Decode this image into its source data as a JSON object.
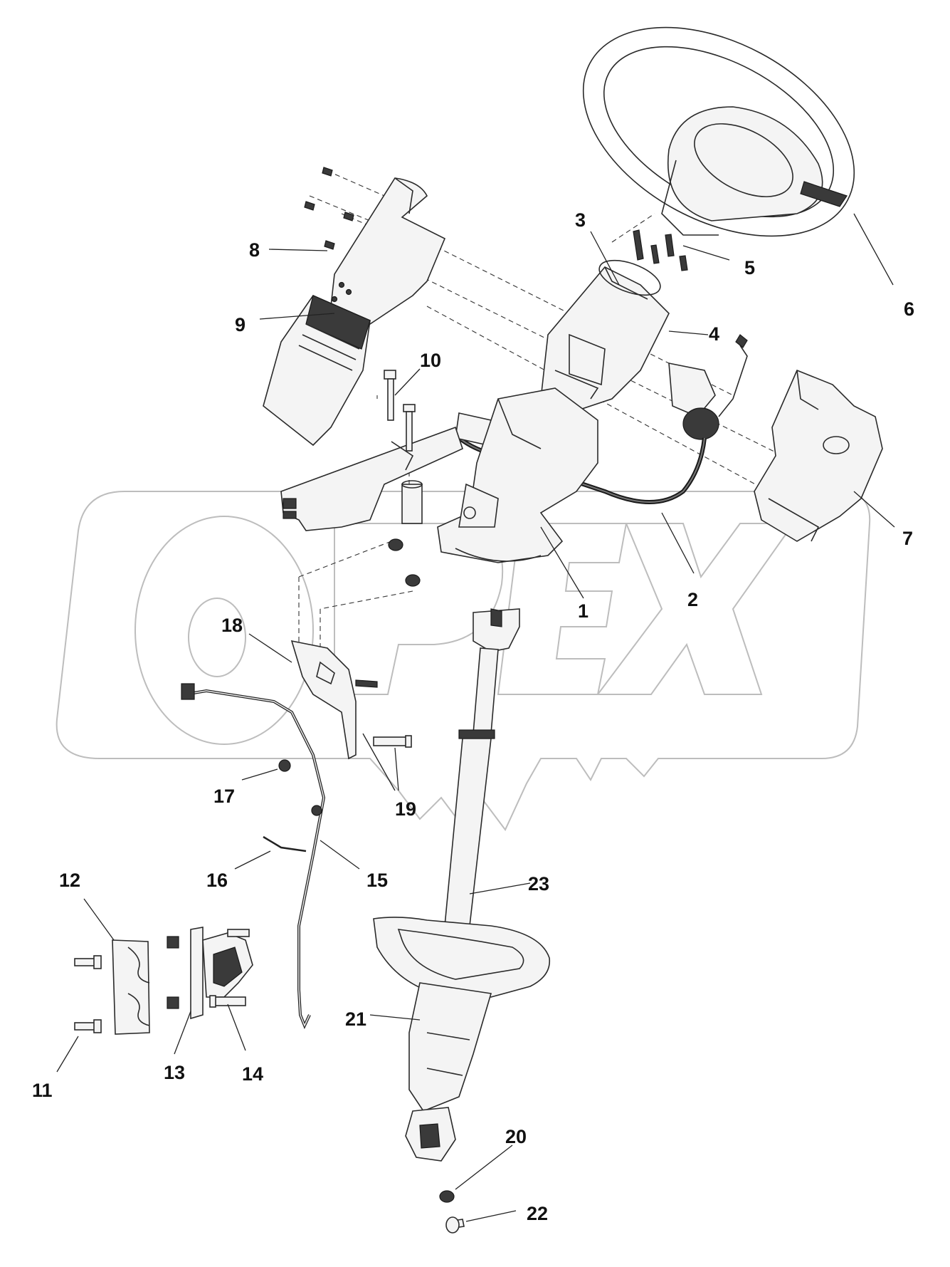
{
  "diagram": {
    "watermark_text": "OPEX",
    "callouts": [
      {
        "id": "1",
        "label": "1"
      },
      {
        "id": "2",
        "label": "2"
      },
      {
        "id": "3",
        "label": "3"
      },
      {
        "id": "4",
        "label": "4"
      },
      {
        "id": "5",
        "label": "5"
      },
      {
        "id": "6",
        "label": "6"
      },
      {
        "id": "7",
        "label": "7"
      },
      {
        "id": "8",
        "label": "8"
      },
      {
        "id": "9",
        "label": "9"
      },
      {
        "id": "10",
        "label": "10"
      },
      {
        "id": "11",
        "label": "11"
      },
      {
        "id": "12",
        "label": "12"
      },
      {
        "id": "13",
        "label": "13"
      },
      {
        "id": "14",
        "label": "14"
      },
      {
        "id": "15",
        "label": "15"
      },
      {
        "id": "16",
        "label": "16"
      },
      {
        "id": "17",
        "label": "17"
      },
      {
        "id": "18",
        "label": "18"
      },
      {
        "id": "19",
        "label": "19"
      },
      {
        "id": "20",
        "label": "20"
      },
      {
        "id": "21",
        "label": "21"
      },
      {
        "id": "22",
        "label": "22"
      },
      {
        "id": "23",
        "label": "23"
      }
    ]
  }
}
